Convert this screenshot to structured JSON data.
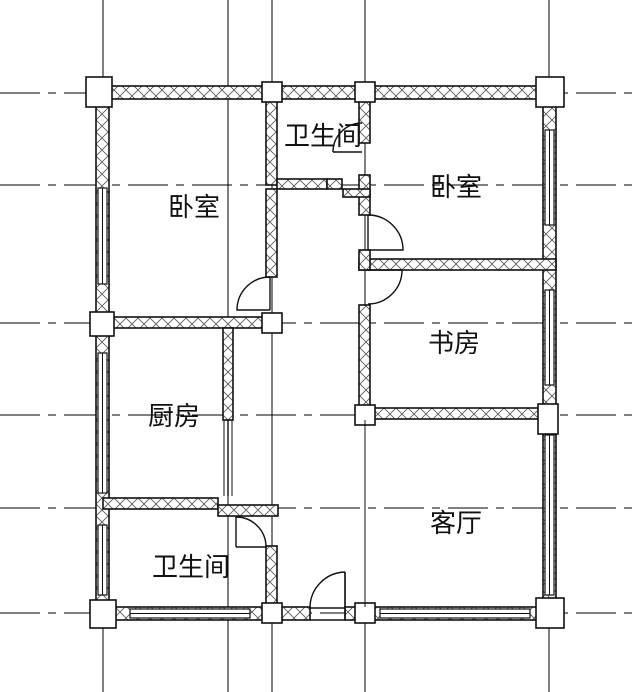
{
  "rooms": {
    "bath_top": "卫生间",
    "bed_left": "卧室",
    "bed_right": "卧室",
    "study": "书房",
    "kitchen": "厨房",
    "bath_bottom": "卫生间",
    "living": "客厅"
  }
}
